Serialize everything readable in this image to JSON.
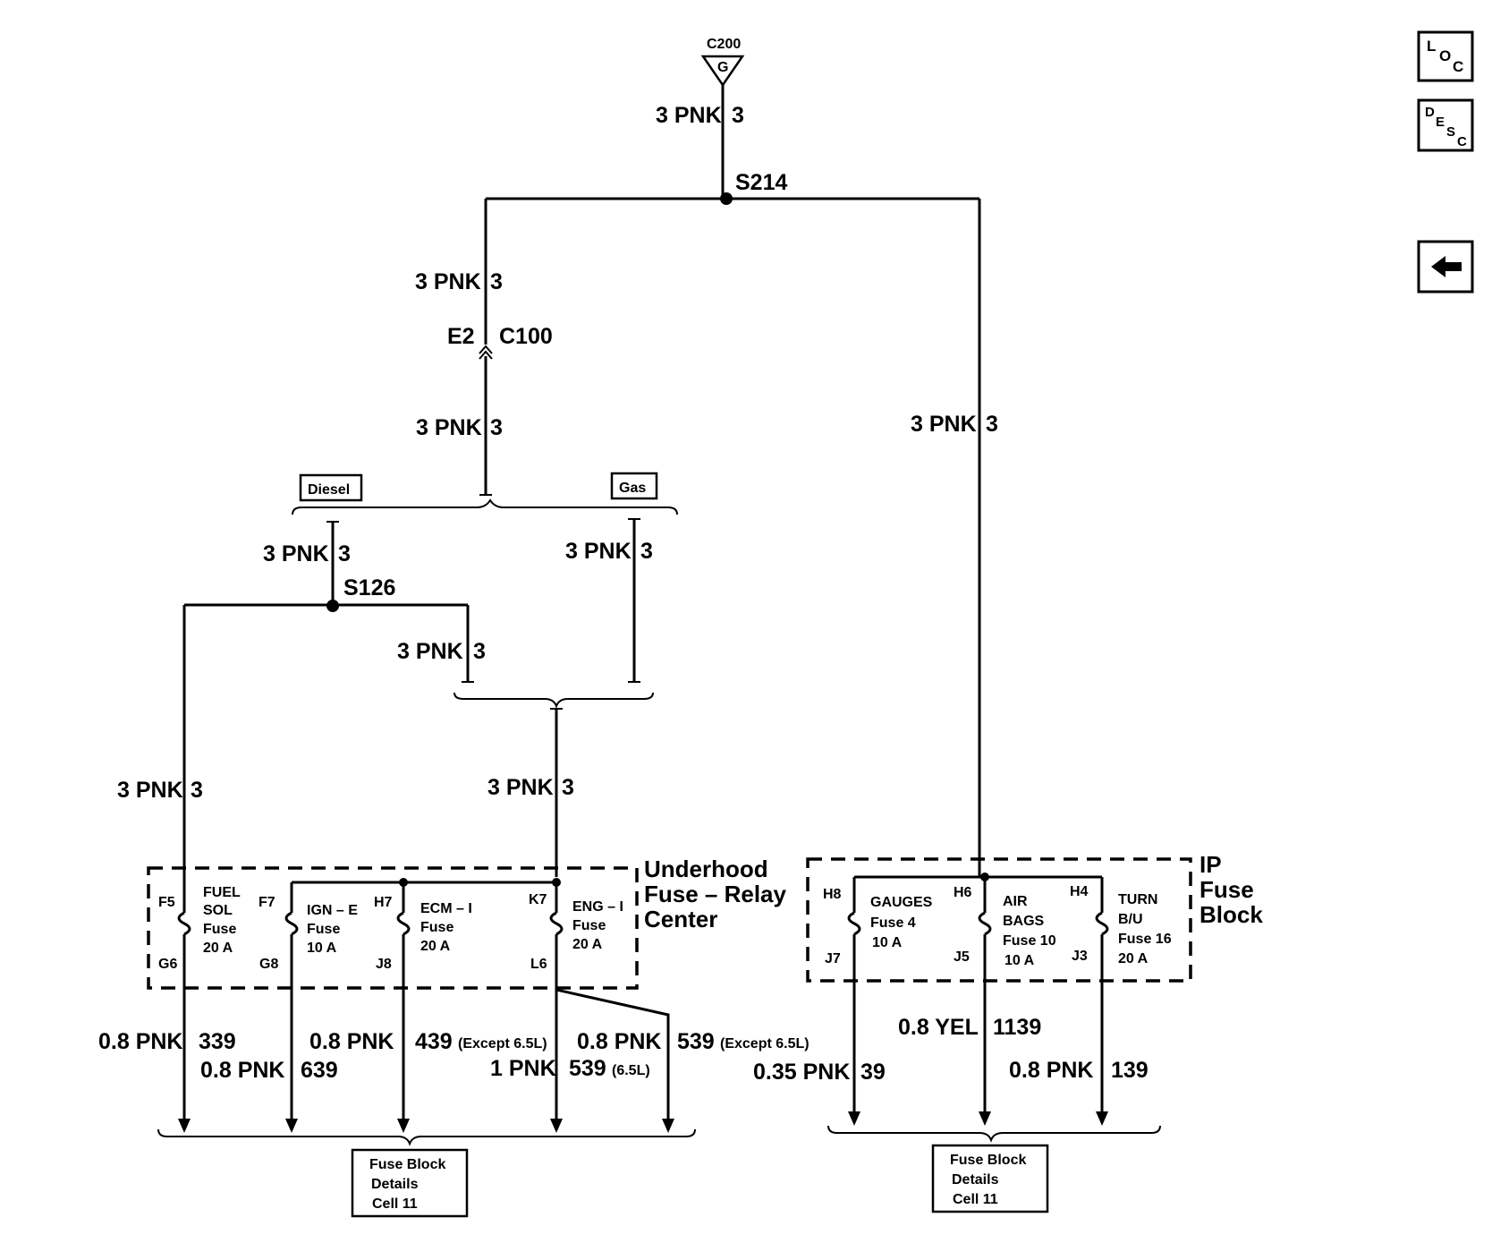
{
  "ground": {
    "connector": "C200",
    "symbol": "G"
  },
  "wires": {
    "top": {
      "left": "3 PNK",
      "right": "3"
    },
    "left_upper": {
      "left": "3 PNK",
      "right": "3"
    },
    "left_lower": {
      "left": "3 PNK",
      "right": "3"
    },
    "right_main": {
      "left": "3 PNK",
      "right": "3"
    },
    "diesel_drop": {
      "left": "3 PNK",
      "right": "3"
    },
    "gas_drop": {
      "left": "3 PNK",
      "right": "3"
    },
    "s126_right": {
      "left": "3 PNK",
      "right": "3"
    },
    "s126_left": {
      "left": "3 PNK",
      "right": "3"
    },
    "merge_down": {
      "left": "3 PNK",
      "right": "3"
    }
  },
  "splices": {
    "s214": "S214",
    "s126": "S126"
  },
  "connector_c100": {
    "pin": "E2",
    "name": "C100"
  },
  "options": {
    "diesel": "Diesel",
    "gas": "Gas"
  },
  "underhood": {
    "title": [
      "Underhood",
      "Fuse – Relay",
      "Center"
    ],
    "fuses": [
      {
        "in_pin": "F5",
        "out_pin": "G6",
        "lines": [
          "FUEL",
          "SOL",
          "Fuse",
          "20 A"
        ]
      },
      {
        "in_pin": "F7",
        "out_pin": "G8",
        "lines": [
          "IGN – E",
          "Fuse",
          "10 A"
        ]
      },
      {
        "in_pin": "H7",
        "out_pin": "J8",
        "lines": [
          "ECM – I",
          "Fuse",
          "20 A"
        ]
      },
      {
        "in_pin": "K7",
        "out_pin": "L6",
        "lines": [
          "ENG – I",
          "Fuse",
          "20 A"
        ]
      }
    ],
    "outputs": {
      "w339": {
        "wire": "0.8 PNK",
        "circuit": "339"
      },
      "w639": {
        "wire": "0.8 PNK",
        "circuit": "639"
      },
      "w439": {
        "wire": "0.8 PNK",
        "circuit": "439",
        "note": "(Except 6.5L)"
      },
      "w539a": {
        "wire": "0.8 PNK",
        "circuit": "539",
        "note": "(Except 6.5L)"
      },
      "w539b": {
        "wire": "1 PNK",
        "circuit": "539",
        "note": "(6.5L)"
      }
    },
    "ref": [
      "Fuse Block",
      "Details",
      "Cell 11"
    ]
  },
  "ip": {
    "title": [
      "IP",
      "Fuse",
      "Block"
    ],
    "fuses": [
      {
        "in_pin": "H8",
        "out_pin": "J7",
        "lines": [
          "GAUGES",
          "Fuse 4",
          "10 A"
        ]
      },
      {
        "in_pin": "H6",
        "out_pin": "J5",
        "lines": [
          "AIR",
          "BAGS",
          "Fuse 10",
          "10 A"
        ]
      },
      {
        "in_pin": "H4",
        "out_pin": "J3",
        "lines": [
          "TURN",
          "B/U",
          "Fuse 16",
          "20 A"
        ]
      }
    ],
    "outputs": {
      "w39": {
        "wire": "0.35 PNK",
        "circuit": "39"
      },
      "w1139": {
        "wire": "0.8 YEL",
        "circuit": "1139"
      },
      "w139": {
        "wire": "0.8 PNK",
        "circuit": "139"
      }
    },
    "ref": [
      "Fuse Block",
      "Details",
      "Cell 11"
    ]
  },
  "nav": {
    "loc": {
      "a": "L",
      "b": "O",
      "c": "C"
    },
    "desc": {
      "a": "D",
      "b": "E",
      "c": "S",
      "d": "C"
    },
    "back_icon": "left-arrow-icon"
  }
}
